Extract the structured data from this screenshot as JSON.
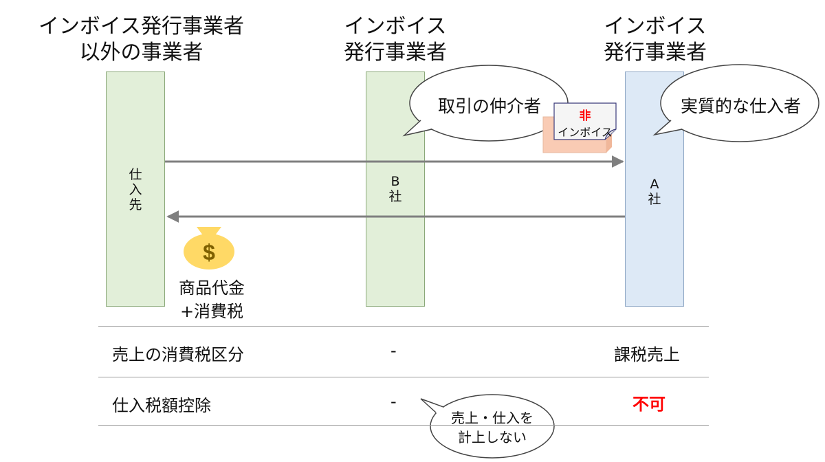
{
  "columns": {
    "left": {
      "header_line1": "インボイス発行事業者",
      "header_line2": "以外の事業者",
      "bar_label": "仕入先"
    },
    "middle": {
      "header_line1": "インボイス",
      "header_line2": "発行事業者",
      "bar_label_line1": "B",
      "bar_label_line2": "社"
    },
    "right": {
      "header_line1": "インボイス",
      "header_line2": "発行事業者",
      "bar_label_line1": "A",
      "bar_label_line2": "社"
    }
  },
  "bubbles": {
    "intermediary": "取引の仲介者",
    "actual_purchaser": "実質的な仕入者",
    "note_line1": "売上・仕入を",
    "note_line2": "計上しない"
  },
  "document": {
    "badge": "非",
    "label": "インボイス"
  },
  "payment": {
    "icon": "money-bag-icon",
    "symbol": "$",
    "label_line1": "商品代金",
    "label_line2": "+消費税"
  },
  "table": {
    "rows": [
      {
        "label": "売上の消費税区分",
        "middle": "-",
        "right": "課税売上"
      },
      {
        "label": "仕入税額控除",
        "middle": "-",
        "right": "不可"
      }
    ]
  },
  "colors": {
    "green_bar": "#e2efd9",
    "blue_bar": "#dde9f6",
    "arrow": "#7f7f7f",
    "alert_red": "#ff0000",
    "money_gold": "#ffd966"
  }
}
